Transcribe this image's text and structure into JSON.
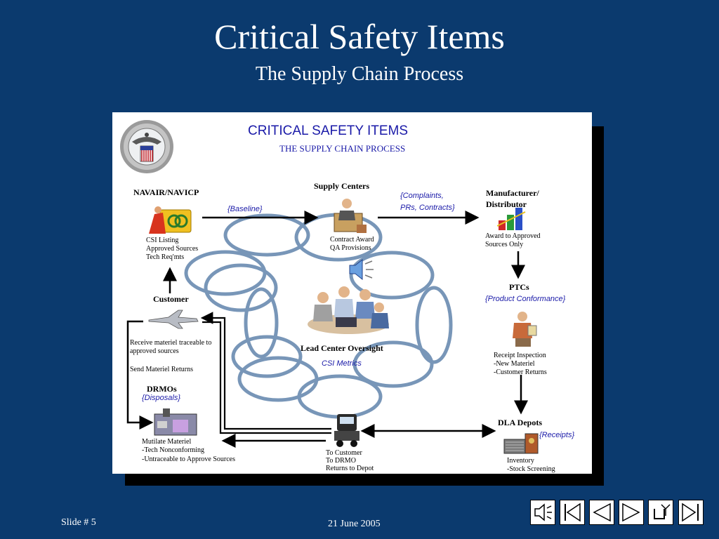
{
  "slide": {
    "title": "Critical Safety Items",
    "subtitle": "The Supply Chain Process",
    "footer_left": "Slide # 5",
    "footer_center": "21 June 2005"
  },
  "diagram": {
    "title": "CRITICAL SAFETY ITEMS",
    "subtitle": "THE SUPPLY CHAIN PROCESS",
    "navair": {
      "label": "NAVAIR/NAVICP",
      "lines": [
        "CSI Listing",
        "Approved Sources",
        "Tech Req'mts"
      ]
    },
    "baseline": "{Baseline}",
    "supply_centers": {
      "label": "Supply Centers",
      "lines": [
        "Contract Award",
        "QA Provisions"
      ]
    },
    "complaints": [
      "{Complaints,",
      "PRs, Contracts}"
    ],
    "manufacturer": {
      "label": [
        "Manufacturer/",
        "Distributor"
      ],
      "lines": [
        "Award to Approved",
        "Sources Only"
      ]
    },
    "ptcs": {
      "label": "PTCs",
      "tag": "{Product Conformance}",
      "lines": [
        "Receipt Inspection",
        "-New Materiel",
        "-Customer Returns"
      ]
    },
    "customer": {
      "label": "Customer",
      "lines": [
        "Receive materiel traceable to",
        "approved sources",
        "",
        "Send Materiel Returns"
      ]
    },
    "lead_center": {
      "label": "Lead Center Oversight",
      "tag": "CSI Metrics"
    },
    "drmos": {
      "label": "DRMOs",
      "tag": "{Disposals}",
      "lines": [
        "Mutilate Materiel",
        "-Tech Nonconforming",
        "-Untraceable to Approve Sources"
      ]
    },
    "truck": {
      "lines": [
        "To Customer",
        "To DRMO",
        "Returns to Depot"
      ]
    },
    "dla": {
      "label": "DLA Depots",
      "tag": "{Receipts}",
      "lines": [
        "Inventory",
        "-Stock Screening"
      ]
    }
  },
  "nav_buttons": [
    {
      "name": "sound-icon"
    },
    {
      "name": "first-slide-icon"
    },
    {
      "name": "previous-slide-icon"
    },
    {
      "name": "next-slide-icon"
    },
    {
      "name": "return-icon"
    },
    {
      "name": "last-slide-icon"
    }
  ]
}
